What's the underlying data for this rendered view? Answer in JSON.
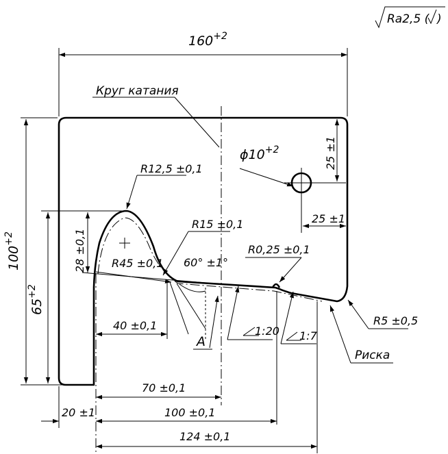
{
  "drawing": {
    "surface_finish": "Ra2,5",
    "dims": {
      "width_total": "160",
      "width_total_tol": "+2",
      "height_total": "100",
      "height_total_tol": "+2",
      "height_inner": "65",
      "height_inner_tol": "+2",
      "flange_height": "28 ±0,1",
      "hole_dia": "ϕ10",
      "hole_dia_tol": "+2",
      "hole_y": "25 ±1",
      "hole_x": "25 ±1",
      "r_top": "R12,5 ±0,1",
      "r_fillet": "R15 ±0,1",
      "r_flank": "R45 ±0,1",
      "angle": "60° ±1°",
      "r_groove": "R0,25 ±0,1",
      "r_corner": "R5 ±0,5",
      "d40": "40 ±0,1",
      "d70": "70 ±0,1",
      "d20": "20 ±1",
      "d100": "100 ±0,1",
      "d124": "124 ±0,1",
      "taper1": "1:20",
      "taper2": "1:7"
    },
    "callouts": {
      "rolling_circle": "Круг катания",
      "mark": "Риска",
      "view": "А"
    }
  }
}
